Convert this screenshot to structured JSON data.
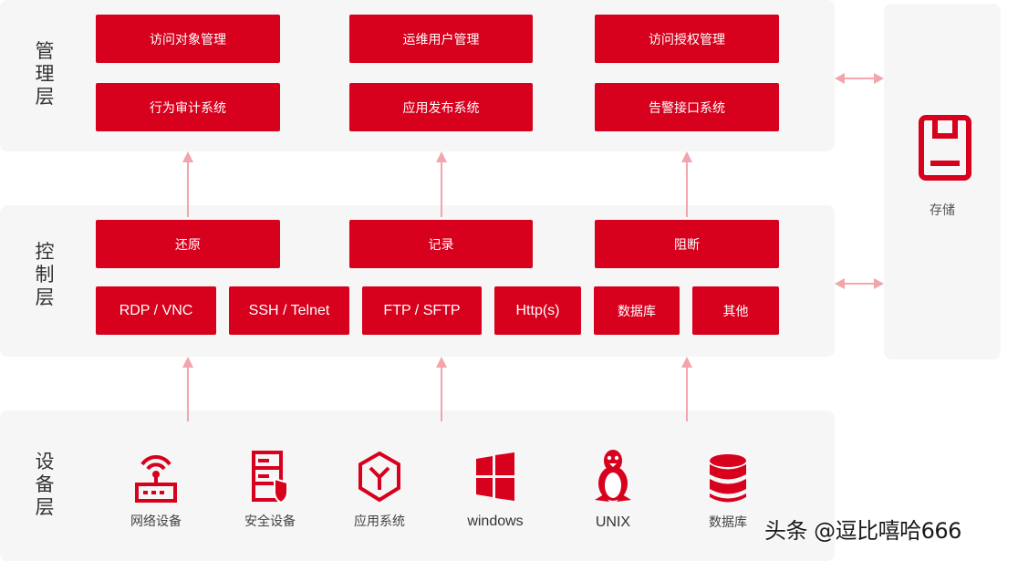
{
  "layers": {
    "management": "管理层",
    "control": "控制层",
    "device": "设备层"
  },
  "management_boxes": [
    "访问对象管理",
    "运维用户管理",
    "访问授权管理",
    "行为审计系统",
    "应用发布系统",
    "告警接口系统"
  ],
  "control_boxes_top": [
    "还原",
    "记录",
    "阻断"
  ],
  "protocols": [
    "RDP / VNC",
    "SSH / Telnet",
    "FTP / SFTP",
    "Http(s)",
    "数据库",
    "其他"
  ],
  "devices": [
    {
      "label": "网络设备",
      "icon": "router-icon"
    },
    {
      "label": "安全设备",
      "icon": "security-server-icon"
    },
    {
      "label": "应用系统",
      "icon": "application-cube-icon"
    },
    {
      "label": "windows",
      "icon": "windows-icon"
    },
    {
      "label": "UNIX",
      "icon": "linux-tux-icon"
    },
    {
      "label": "数据库",
      "icon": "database-icon"
    }
  ],
  "storage": {
    "label": "存储",
    "icon": "storage-disk-icon"
  },
  "watermark": "头条 @逗比嘻哈666",
  "colors": {
    "accent": "#d7001d",
    "arrow": "#f2a5ad",
    "panel": "#f6f6f7"
  }
}
